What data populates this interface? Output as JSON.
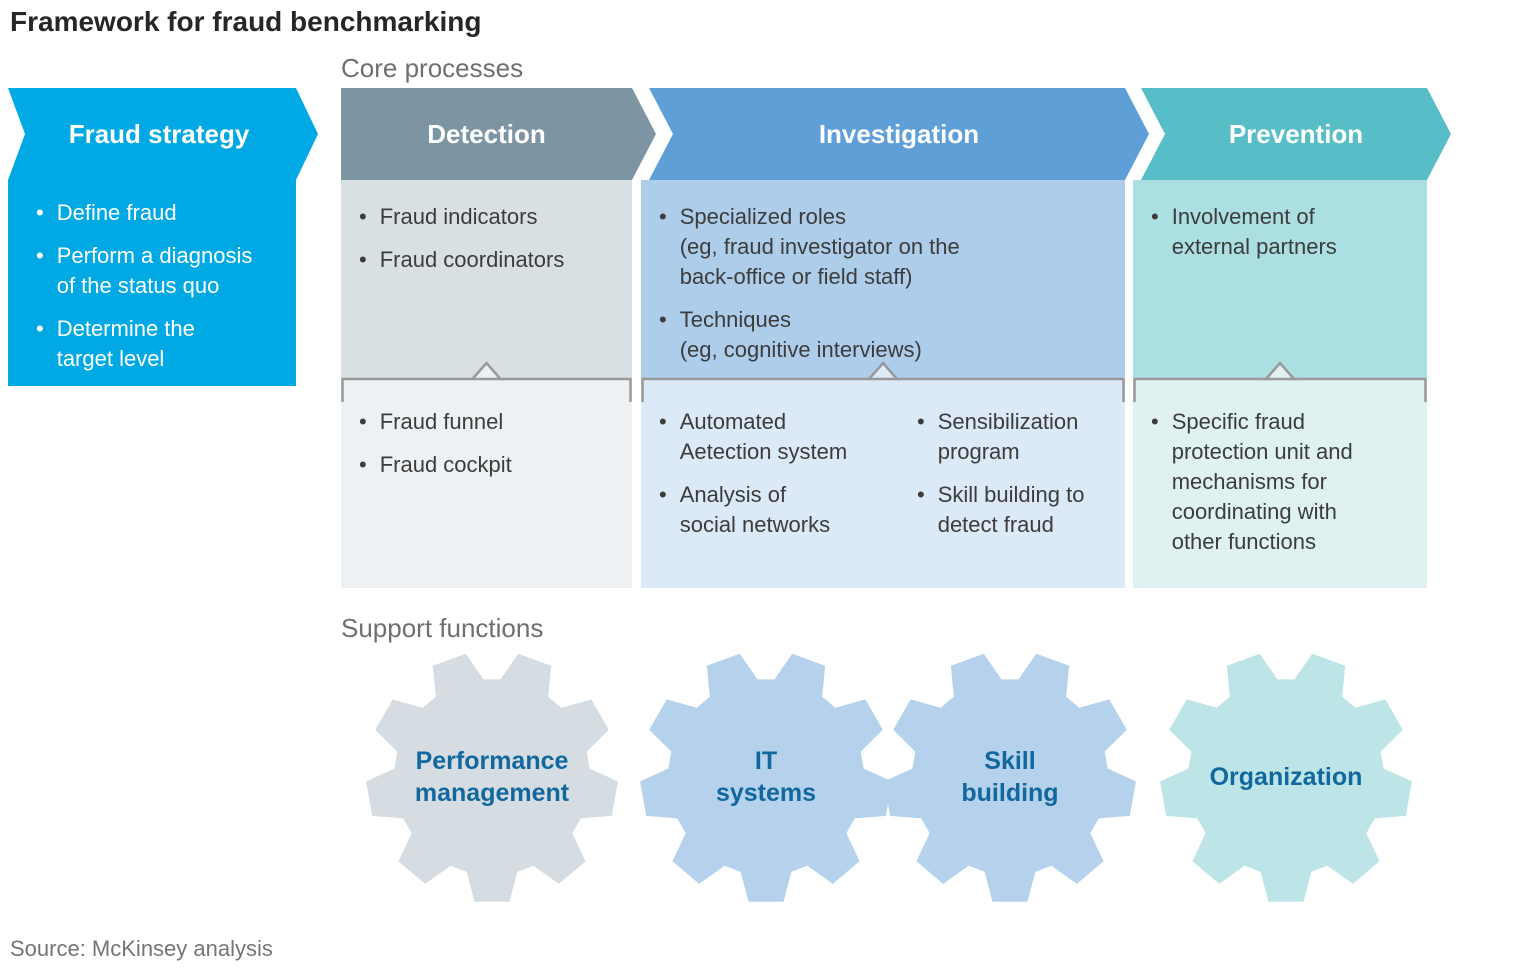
{
  "title": "Framework for fraud benchmarking",
  "source": "Source: McKinsey analysis",
  "sections": {
    "core_processes_label": "Core processes",
    "support_functions_label": "Support functions"
  },
  "fraud_strategy": {
    "title": "Fraud strategy",
    "bullets": [
      "Define fraud",
      "Perform a diagnosis\nof the status quo",
      "Determine the\ntarget level"
    ]
  },
  "columns": [
    {
      "header": "Detection",
      "top_bullets": [
        "Fraud indicators",
        "Fraud coordinators"
      ],
      "bottom_bullets": [
        "Fraud funnel",
        "Fraud cockpit"
      ]
    },
    {
      "header": "Investigation",
      "top_bullets": [
        "Specialized roles\n(eg, fraud investigator on the\nback-office or field staff)",
        "Techniques\n(eg, cognitive interviews)"
      ],
      "bottom_left_bullets": [
        "Automated\nAetection system",
        "Analysis of\nsocial networks"
      ],
      "bottom_right_bullets": [
        "Sensibilization\nprogram",
        "Skill building to\ndetect fraud"
      ]
    },
    {
      "header": "Prevention",
      "top_bullets": [
        "Involvement of\nexternal partners"
      ],
      "bottom_bullets": [
        "Specific fraud\nprotection unit and\nmechanisms for\ncoordinating with\nother functions"
      ]
    }
  ],
  "support_functions": {
    "gears": [
      {
        "label": "Performance\nmanagement",
        "color": "#D6DDE2"
      },
      {
        "label": "IT\nsystems",
        "color": "#B5D1EC"
      },
      {
        "label": "Skill\nbuilding",
        "color": "#B5D1EC"
      },
      {
        "label": "Organization",
        "color": "#BDE4E6"
      }
    ]
  },
  "colors": {
    "fraud_strategy_blue": "#00A9E4",
    "detection_header": "#7D95A3",
    "detection_top": "#D9E0E4",
    "detection_bottom": "#EEF1F3",
    "investigation_header": "#5F9FD8",
    "investigation_top": "#AECDEA",
    "investigation_bottom": "#DCE9F6",
    "prevention_header": "#57BEC7",
    "prevention_top": "#ABDFE2",
    "prevention_bottom": "#E0F1F2",
    "gear_label_blue": "#11689F",
    "separator_gray": "#999999"
  }
}
